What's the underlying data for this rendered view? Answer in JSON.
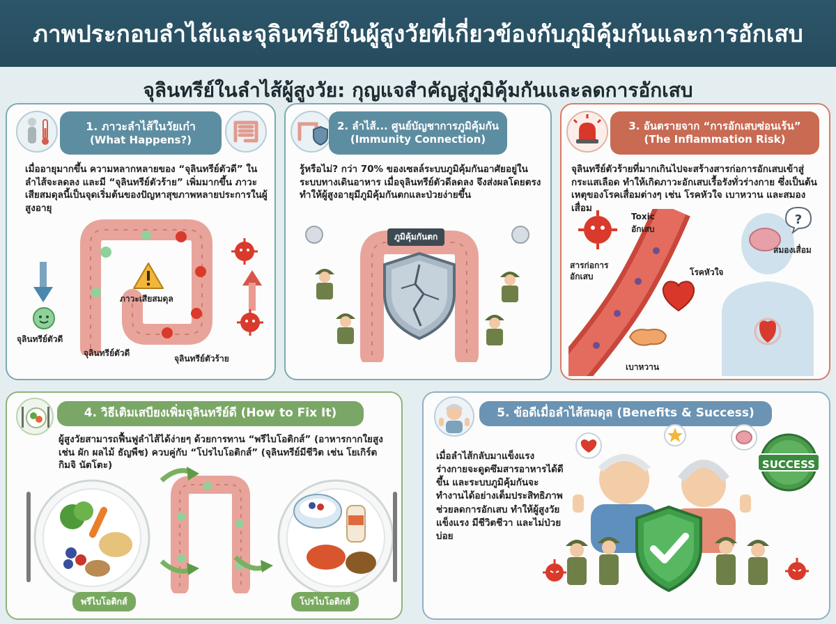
{
  "header": {
    "title": "ภาพประกอบลำไส้และจุลินทรีย์ในผู้สูงวัยที่เกี่ยวข้องกับภูมิคุ้มกันและการอักเสบ",
    "subtitle": "จุลินทรีย์ในลำไส้ผู้สูงวัย: กุญแจสำคัญสู่ภูมิคุ้มกันและลดการอักเสบ"
  },
  "panel1": {
    "title": "1. ภาวะลำไส้ในวัยเก๋า",
    "title_en": "(What Happens?)",
    "body": "เมื่ออายุมากขึ้น ความหลากหลายของ “จุลินทรีย์ตัวดี” ในลำไส้จะลดลง และมี “จุลินทรีย์ตัวร้าย” เพิ่มมากขึ้น ภาวะเสียสมดุลนี้เป็นจุดเริ่มต้นของปัญหาสุขภาพหลายประการในผู้สูงอายุ",
    "label_imbalance": "ภาวะเสียสมดุล",
    "label_good_left": "จุลินทรีย์ตัวดี",
    "label_good_bottom": "จุลินทรีย์ตัวดี",
    "label_bad": "จุลินทรีย์ตัวร้าย"
  },
  "panel2": {
    "title": "2. ลำไส้... ศูนย์บัญชาการภูมิคุ้มกัน",
    "title_en": "(Immunity Connection)",
    "body": "รู้หรือไม่? กว่า 70% ของเซลล์ระบบภูมิคุ้มกันอาศัยอยู่ในระบบทางเดินอาหาร เมื่อจุลินทรีย์ตัวดีลดลง จึงส่งผลโดยตรงทำให้ผู้สูงอายุมีภูมิคุ้มกันตกและป่วยง่ายขึ้น",
    "tag_immunity_drop": "ภูมิคุ้มกันตก"
  },
  "panel3": {
    "title": "3. อันตรายจาก “การอักเสบซ่อนเร้น”",
    "title_en": "(The Inflammation Risk)",
    "body": "จุลินทรีย์ตัวร้ายที่มากเกินไปจะสร้างสารก่อการอักเสบเข้าสู่กระแสเลือด ทำให้เกิดภาวะอักเสบเรื้อรังทั่วร่างกาย ซึ่งเป็นต้นเหตุของโรคเสื่อมต่างๆ เช่น โรคหัวใจ เบาหวาน และสมองเสื่อม",
    "label_toxic": "Toxic",
    "label_toxic_th": "อักเสบ",
    "label_inflammatory_1": "สารก่อการ",
    "label_inflammatory_2": "อักเสบ",
    "label_heart": "โรคหัวใจ",
    "label_dementia": "สมองเสื่อม",
    "label_diabetes": "เบาหวาน"
  },
  "panel4": {
    "title": "4. วิธีเติมเสบียงเพิ่มจุลินทรีย์ดี (How to Fix It)",
    "body": "ผู้สูงวัยสามารถฟื้นฟูลำไส้ได้ง่ายๆ ด้วยการทาน “พรีไบโอติกส์” (อาหารกากใยสูง เช่น ผัก ผลไม้ ธัญพืช) ควบคู่กับ “โปรไบโอติกส์” (จุลินทรีย์มีชีวิต เช่น โยเกิร์ต กิมจิ นัตโตะ)",
    "label_prebiotics": "พรีไบโอติกส์",
    "label_probiotics": "โปรไบโอติกส์"
  },
  "panel5": {
    "title": "5. ข้อดีเมื่อลำไส้สมดุล (Benefits & Success)",
    "body": "เมื่อลำไส้กลับมาแข็งแรง ร่างกายจะดูดซึมสารอาหารได้ดีขึ้น และระบบภูมิคุ้มกันจะทำงานได้อย่างเต็มประสิทธิภาพ ช่วยลดการอักเสบ ทำให้ผู้สูงวัยแข็งแรง มีชีวิตชีวา และไม่ป่วยบ่อย",
    "badge_success": "SUCCESS"
  },
  "colors": {
    "banner": "#2d566a",
    "blue_title": "#5d8da1",
    "red_title": "#c96a53",
    "green_title": "#7aa766",
    "steel_title": "#6b93b3",
    "intestine": "#e8a49a",
    "good_microbe": "#8fd19a",
    "bad_microbe": "#d93a2b"
  },
  "icons": {
    "p1_left": "elderly-thermometer-icon",
    "p1_right": "intestine-icon",
    "p2_left": "intestine-shield-icon",
    "p3_left": "alarm-siren-icon",
    "p4_left": "plate-fork-knife-icon",
    "p5_left": "elderly-couple-thumbs-up-icon"
  }
}
